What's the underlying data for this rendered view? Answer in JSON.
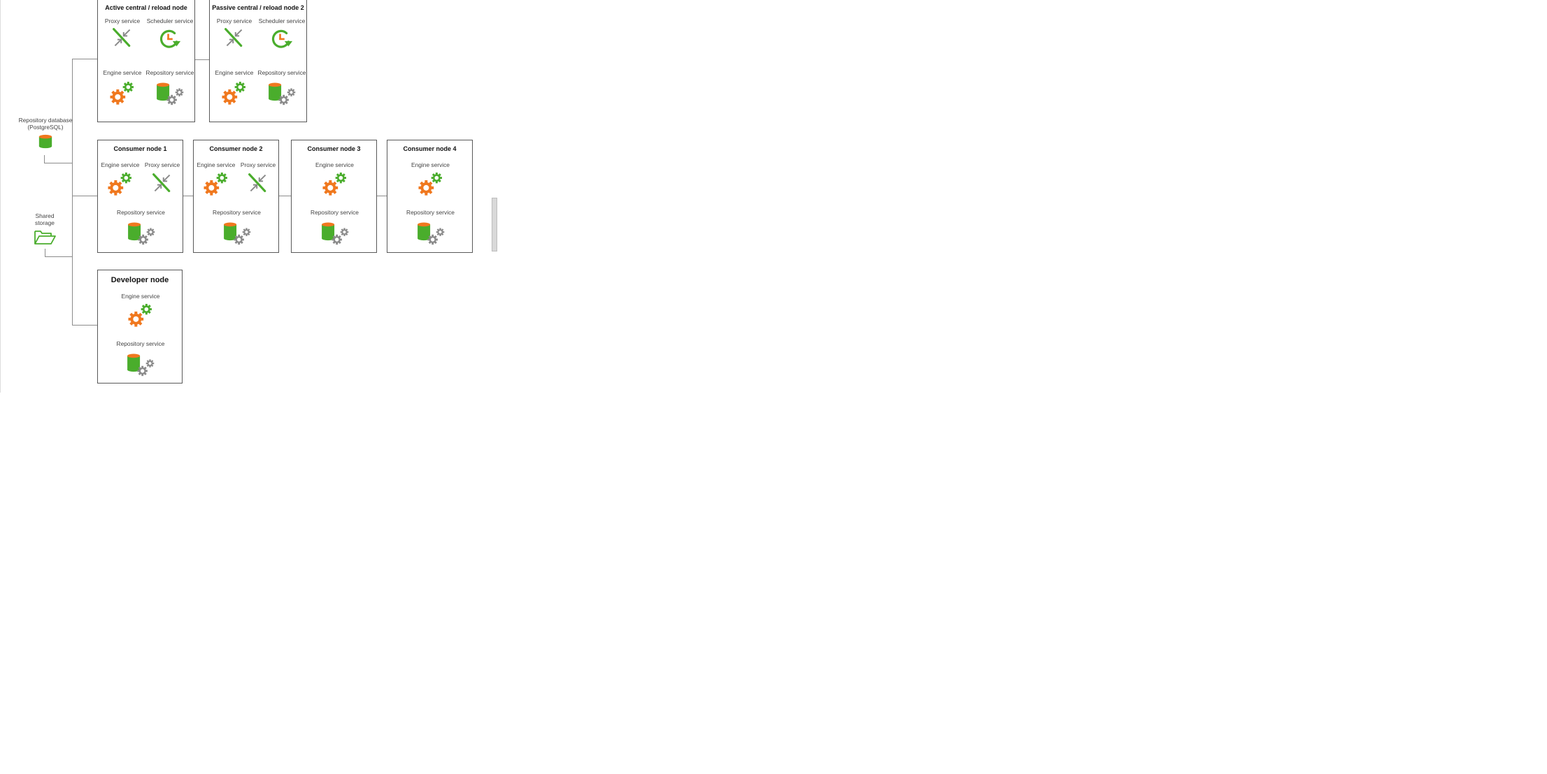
{
  "side": {
    "db_label_line1": "Repository database",
    "db_label_line2": "(PostgreSQL)",
    "storage_label_line1": "Shared",
    "storage_label_line2": "storage"
  },
  "nodes": {
    "central_active": {
      "title": "Active central / reload node",
      "proxy": "Proxy service",
      "scheduler": "Scheduler service",
      "engine": "Engine service",
      "repository": "Repository service"
    },
    "central_passive": {
      "title": "Passive central / reload node 2",
      "proxy": "Proxy service",
      "scheduler": "Scheduler service",
      "engine": "Engine service",
      "repository": "Repository service"
    },
    "consumer1": {
      "title": "Consumer node 1",
      "engine": "Engine service",
      "proxy": "Proxy service",
      "repository": "Repository service"
    },
    "consumer2": {
      "title": "Consumer node 2",
      "engine": "Engine service",
      "proxy": "Proxy service",
      "repository": "Repository service"
    },
    "consumer3": {
      "title": "Consumer node 3",
      "engine": "Engine service",
      "repository": "Repository service"
    },
    "consumer4": {
      "title": "Consumer node 4",
      "engine": "Engine service",
      "repository": "Repository service"
    },
    "developer": {
      "title": "Developer node",
      "engine": "Engine service",
      "repository": "Repository service"
    }
  },
  "icons": [
    "database-icon",
    "folder-icon",
    "proxy-icon",
    "scheduler-icon",
    "engine-icon",
    "repository-icon"
  ],
  "colors": {
    "green": "#4aad2c",
    "orange": "#f0781e",
    "gray": "#8a8a8a",
    "border": "#595959"
  }
}
